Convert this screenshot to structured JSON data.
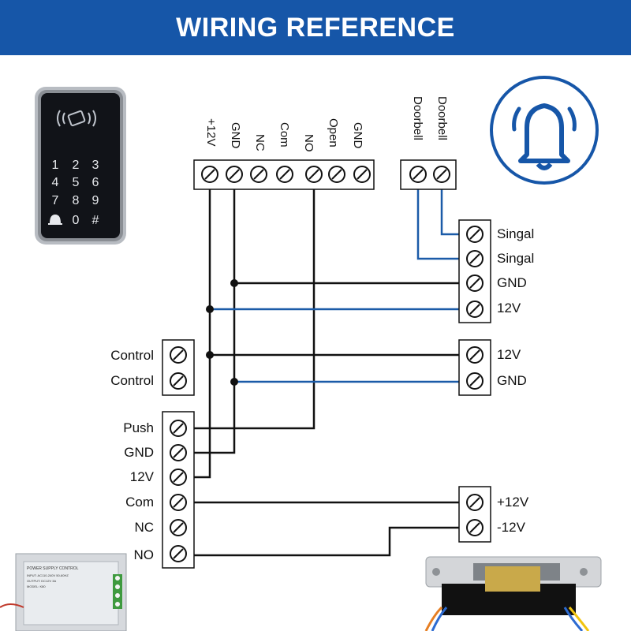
{
  "header": {
    "title": "WIRING REFERENCE"
  },
  "colors": {
    "header_bg": "#1656a8",
    "wire_black": "#111111",
    "wire_blue": "#1b5ba8"
  },
  "keypad": {
    "icons": [
      "rfid-symbol-icon",
      "doorbell-key-icon"
    ],
    "keys": [
      "1",
      "2",
      "3",
      "4",
      "5",
      "6",
      "7",
      "8",
      "9",
      "0",
      "#"
    ]
  },
  "controller_terminals": [
    "+12V",
    "GND",
    "NC",
    "Com",
    "NO",
    "Open",
    "GND"
  ],
  "doorbell_terminals": [
    "Doorbell",
    "Doorbell"
  ],
  "doorbell_unit": {
    "icon": "bell-icon",
    "terminals": [
      "Singal",
      "Singal",
      "GND",
      "12V"
    ]
  },
  "power_in": {
    "terminals": [
      "12V",
      "GND"
    ]
  },
  "power_supply_control": {
    "terminals": [
      "Control",
      "Control"
    ]
  },
  "power_supply_main": {
    "terminals": [
      "Push",
      "GND",
      "12V",
      "Com",
      "NC",
      "NO"
    ]
  },
  "lock": {
    "terminals": [
      "+12V",
      "-12V"
    ]
  },
  "power_supply_label": {
    "title": "POWER SUPPLY CONTROL",
    "lines": [
      "INPUT: AC110-240V 50-60HZ",
      "OUTPUT: DC12V 3A",
      "MODEL: K80"
    ]
  }
}
